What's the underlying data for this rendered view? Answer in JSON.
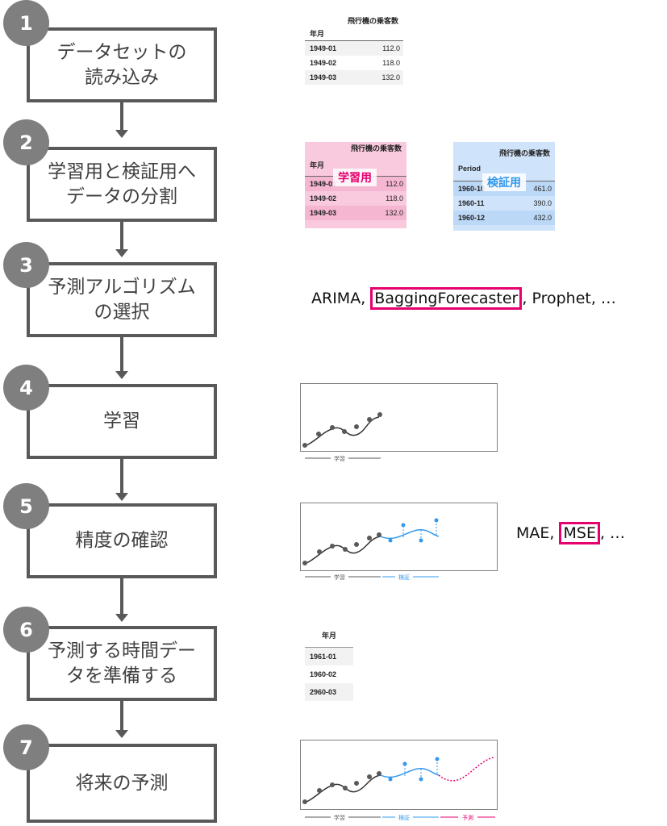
{
  "steps": [
    {
      "num": "1",
      "label": "データセットの\n読み込み"
    },
    {
      "num": "2",
      "label": "学習用と検証用へ\nデータの分割"
    },
    {
      "num": "3",
      "label": "予測アルゴリズム\nの選択"
    },
    {
      "num": "4",
      "label": "学習"
    },
    {
      "num": "5",
      "label": "精度の確認"
    },
    {
      "num": "6",
      "label": "予測する時間デー\nタを準備する"
    },
    {
      "num": "7",
      "label": "将来の予測"
    }
  ],
  "table1": {
    "caption": "飛行機の乗客数",
    "index_header": "年月",
    "rows": [
      [
        "1949-01",
        "112.0"
      ],
      [
        "1949-02",
        "118.0"
      ],
      [
        "1949-03",
        "132.0"
      ]
    ]
  },
  "table_train": {
    "caption": "飛行機の乗客数",
    "index_header": "年月",
    "tag": "学習用",
    "rows": [
      [
        "1949-01",
        "112.0"
      ],
      [
        "1949-02",
        "118.0"
      ],
      [
        "1949-03",
        "132.0"
      ]
    ]
  },
  "table_test": {
    "caption": "飛行機の乗客数",
    "index_header": "Period",
    "tag": "検証用",
    "rows": [
      [
        "1960-10",
        "461.0"
      ],
      [
        "1960-11",
        "390.0"
      ],
      [
        "1960-12",
        "432.0"
      ]
    ]
  },
  "algorithms": {
    "before": "ARIMA, ",
    "highlight": "BaggingForecaster",
    "after": ", Prophet, …"
  },
  "metrics": {
    "before": "MAE, ",
    "highlight": "MSE",
    "after": ", …"
  },
  "table_future": {
    "index_header": "年月",
    "rows": [
      "1961-01",
      "1960-02",
      "2960-03"
    ]
  },
  "chart_labels": {
    "train": "学習",
    "validate": "検証",
    "forecast": "予測"
  },
  "colors": {
    "train": "#595959",
    "validate": "#3399ee",
    "forecast": "#e6006e"
  }
}
